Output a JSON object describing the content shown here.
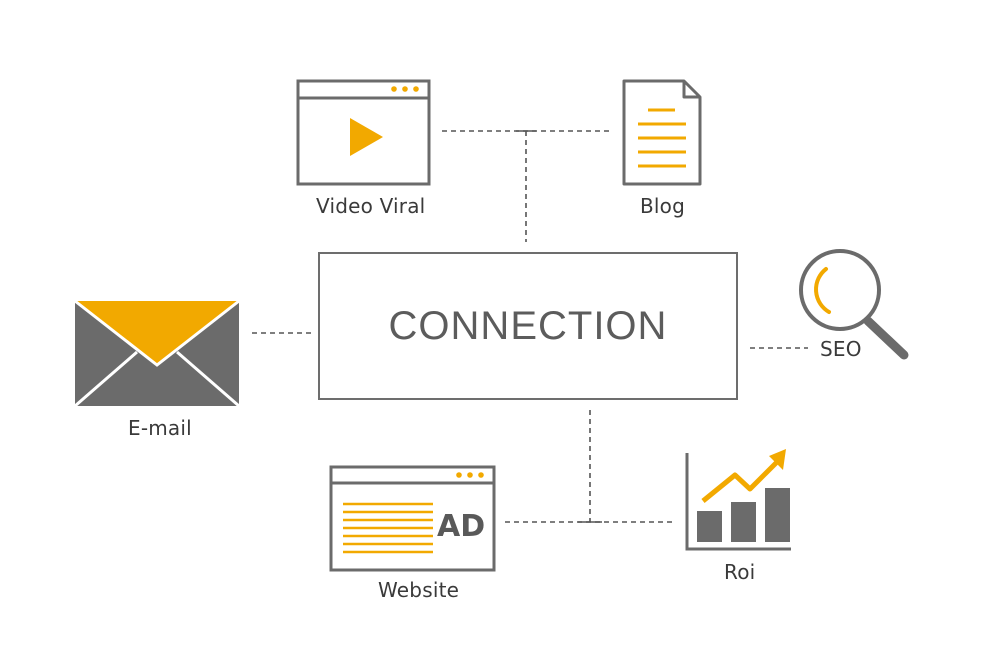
{
  "center": {
    "label": "CONNECTION"
  },
  "nodes": {
    "video": {
      "label": "Video Viral"
    },
    "blog": {
      "label": "Blog"
    },
    "email": {
      "label": "E-mail"
    },
    "seo": {
      "label": "SEO"
    },
    "website": {
      "label": "Website",
      "ad_text": "AD"
    },
    "roi": {
      "label": "Roi"
    }
  },
  "colors": {
    "accent": "#f2a900",
    "gray": "#6b6b6b",
    "connector": "#555555"
  },
  "icons": [
    "video-player-icon",
    "document-icon",
    "envelope-icon",
    "magnifier-icon",
    "web-ad-icon",
    "growth-chart-icon"
  ]
}
